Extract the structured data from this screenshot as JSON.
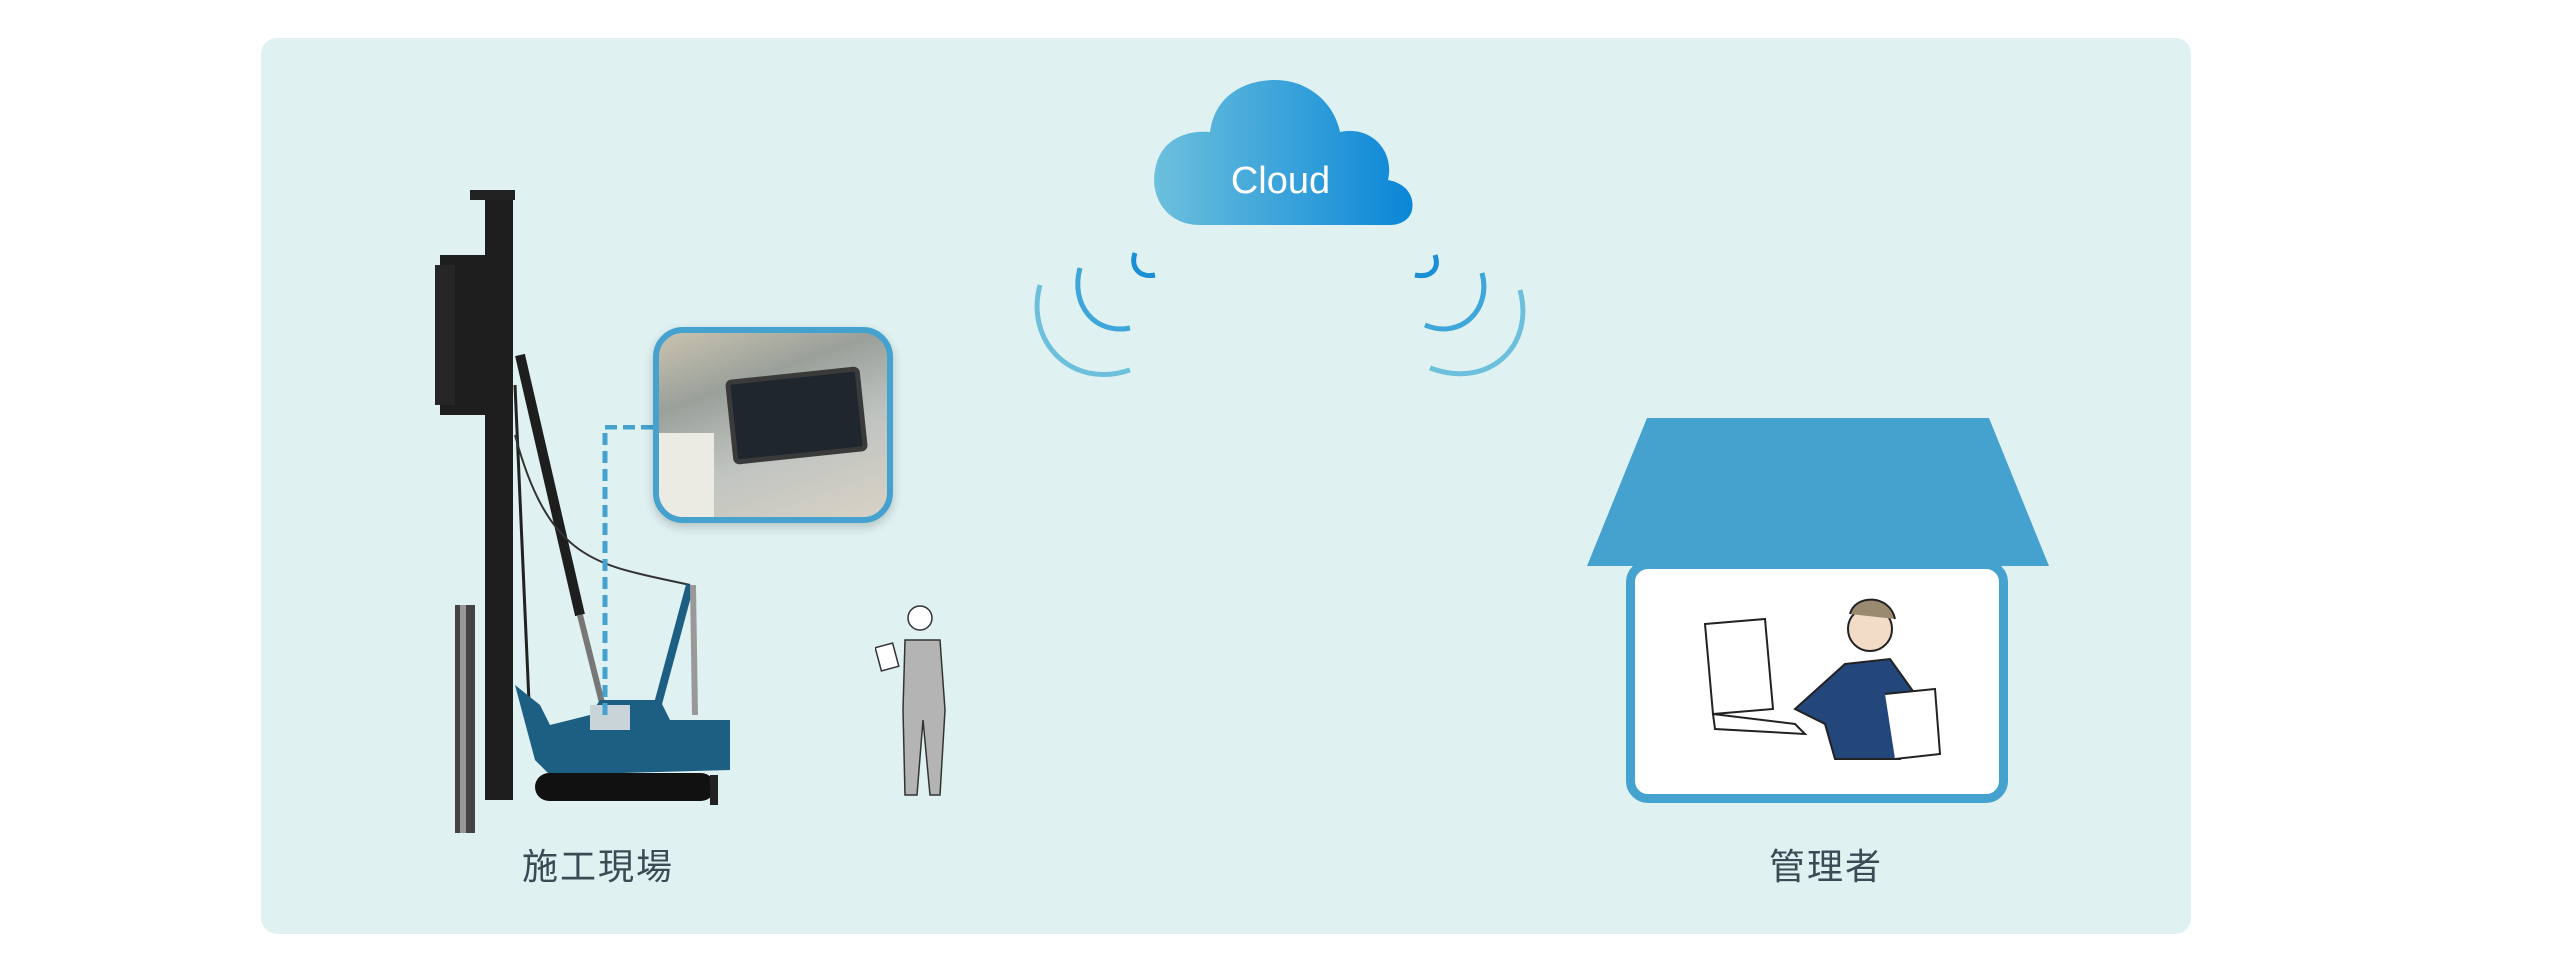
{
  "cloud": {
    "label": "Cloud"
  },
  "site": {
    "label": "施工現場"
  },
  "manager": {
    "label": "管理者"
  },
  "colors": {
    "panel": "#e0f1f1",
    "accent": "#45a2cf",
    "cloud_start": "#6cc0dc",
    "cloud_end": "#0a86d8",
    "machine": "#1d5f82"
  },
  "icons": [
    "cloud-icon",
    "wireless-signal-icon",
    "pile-driver-icon",
    "tablet-photo",
    "worker-icon",
    "house-icon",
    "office-worker-icon"
  ]
}
